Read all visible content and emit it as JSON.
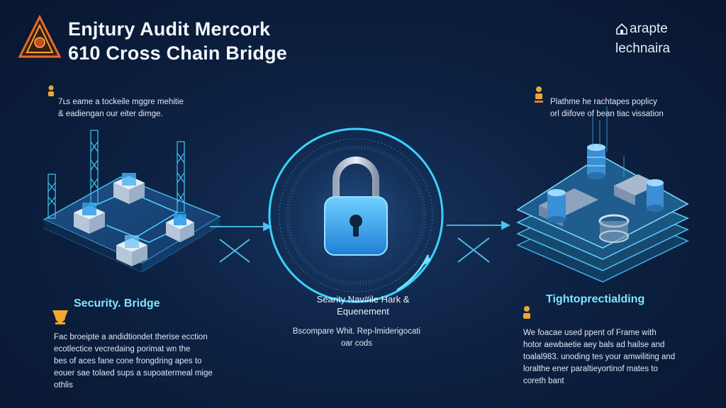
{
  "header": {
    "title_line1": "Enjtury Audit Mercork",
    "title_line2": "610 Cross Chain Bridge"
  },
  "brand": {
    "line1": "arapte",
    "line2": "lechnaira"
  },
  "notes": {
    "top_left": [
      "7ւs eame a tockeile mggre mehitie",
      "& eadiengan our eiter dimge."
    ],
    "top_right": [
      "Plathme he rachtapes poplicy",
      "orl diifove of bean tiac vissation"
    ],
    "bottom_left": [
      "Fac broeipte a andidtiondet therise ecction",
      "ecotlectice vecredaing porimat wn the",
      "bes of aces fane cone frongdring apes to",
      "eouer sae tolaed sups a supoatermeal mige",
      "othlis"
    ],
    "bottom_middle": [
      "Bscompare Whit. Rep-lmiderigocati",
      "oar cods"
    ],
    "bottom_right": [
      "We foacae used ppent of Frame with",
      "hotor aewbaetie aey bals ad hailse and",
      "toalal983. unoding tes your amwiliting and",
      "loralthe ener paraltieyortinof mates to",
      "coreth bant"
    ]
  },
  "headings": {
    "left": "Security. Bridge",
    "middle": "Searity Nav#ile Hark & Equenement",
    "right": "Tightoprectialding"
  },
  "colors": {
    "accent_cyan": "#38d3ff",
    "heading_cyan": "#7fe6ff",
    "lock_blue": "#3aa7f2",
    "background": "#0d2142",
    "gold_icon": "#f0a82e",
    "logo_orange": "#e86a2c"
  },
  "icons": [
    "triangle-logo-icon",
    "brand-house-icon",
    "lock-icon",
    "person-icon",
    "trophy-icon",
    "cross-arrow-icon"
  ]
}
